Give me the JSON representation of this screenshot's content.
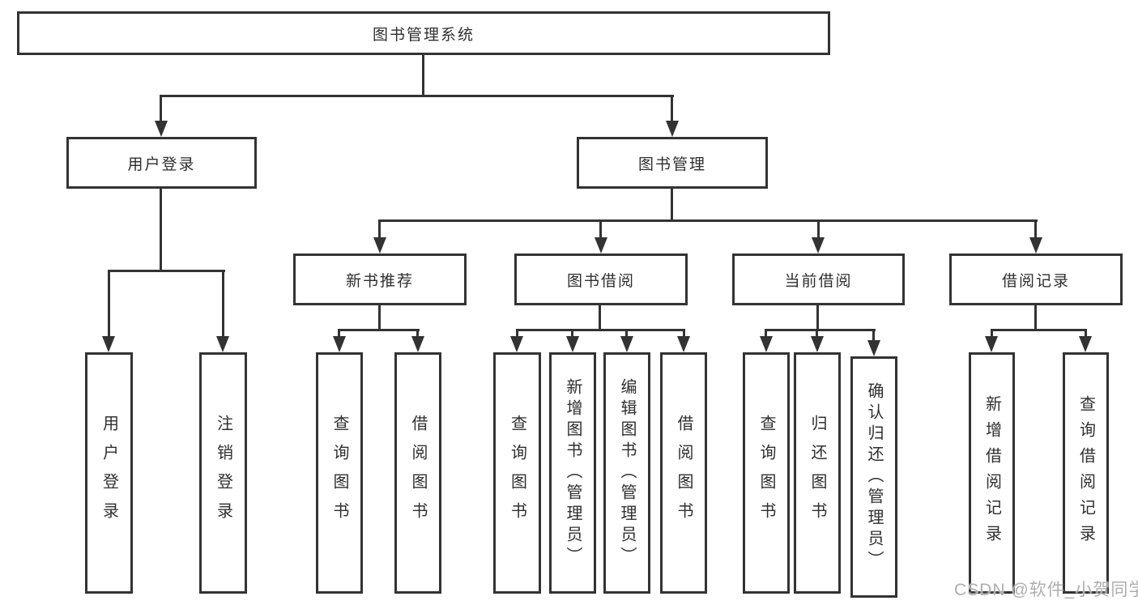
{
  "diagram": {
    "root": {
      "label": "图书管理系统"
    },
    "level2": [
      {
        "label": "用户登录"
      },
      {
        "label": "图书管理"
      }
    ],
    "level3": [
      {
        "label": "新书推荐"
      },
      {
        "label": "图书借阅"
      },
      {
        "label": "当前借阅"
      },
      {
        "label": "借阅记录"
      }
    ],
    "leaves": {
      "user_login": [
        "用户登录",
        "注销登录"
      ],
      "new_book": [
        "查询图书",
        "借阅图书"
      ],
      "book_borrow": [
        "查询图书",
        "新增图书（管理员）",
        "编辑图书（管理员）",
        "借阅图书"
      ],
      "current_borrow": [
        "查询图书",
        "归还图书",
        "确认归还（管理员）"
      ],
      "borrow_record": [
        "新增借阅记录",
        "查询借阅记录"
      ]
    },
    "watermark": "CSDN @软件_小贺同学",
    "colors": {
      "line": "#333333",
      "text": "#2f2f2f",
      "box_background": "#ffffff",
      "watermark": "#aeaeae"
    }
  }
}
